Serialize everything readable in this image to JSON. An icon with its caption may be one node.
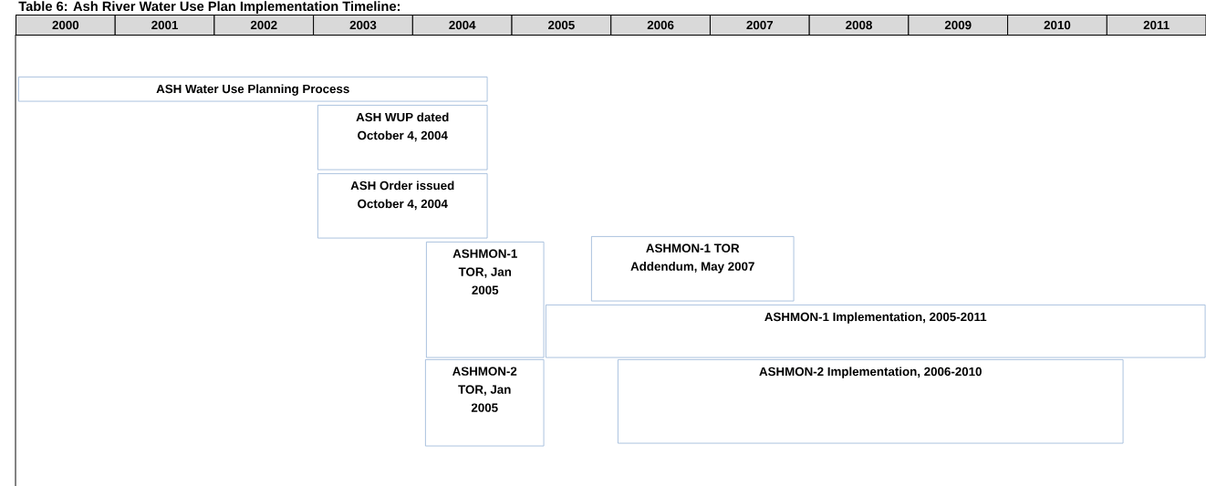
{
  "diagram": {
    "title": "Table 6: Ash River Water Use Plan Implementation Timeline:",
    "nodes": [
      {
        "text": [
          "ASH Water Use Planning Process"
        ]
      },
      {
        "text": [
          "ASH WUP dated October 4, 2004"
        ]
      },
      {
        "text": [
          "ASH Order issued October 4, 2004"
        ]
      },
      {
        "text": [
          "ASHMON-1 TOR, Jan 2005"
        ]
      },
      {
        "text": [
          "ASHMON-1 TOR Addendum, May 2007"
        ]
      },
      {
        "text": [
          "ASHMON-1 Implementation, 2005-2011"
        ]
      },
      {
        "text": [
          "ASHMON-2 TOR, Jan 2005"
        ]
      },
      {
        "text": [
          "ASHMON-2 Implementation, 2006-2010"
        ]
      }
    ],
    "labels": [
      "2000",
      "2001",
      "2002",
      "2003",
      "2004",
      "2005",
      "2006",
      "2007",
      "2008",
      "2009",
      "2010",
      "2011"
    ]
  }
}
